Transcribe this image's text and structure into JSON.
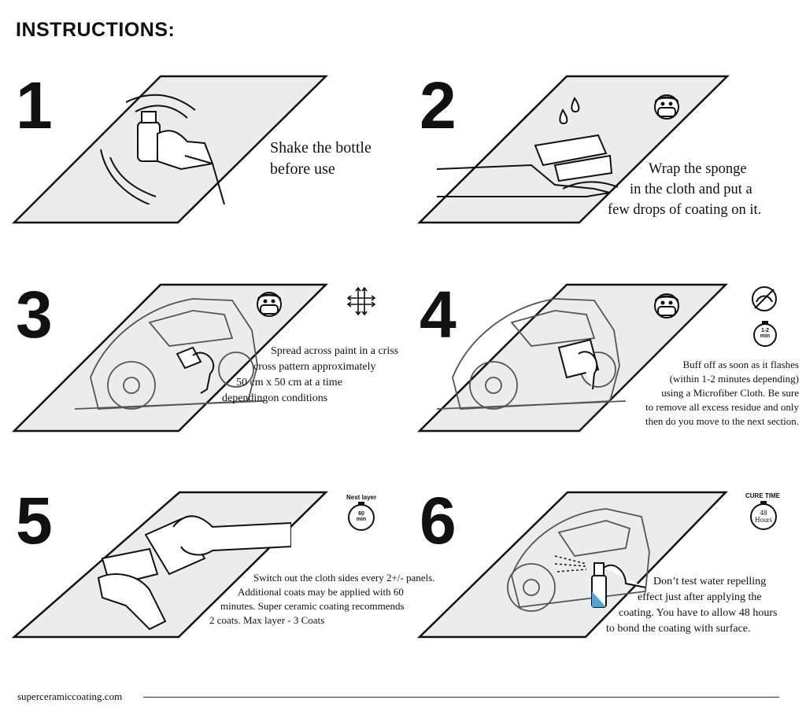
{
  "header": {
    "title": "INSTRUCTIONS:"
  },
  "steps": [
    {
      "number": "1",
      "lines": [
        "Shake the bottle",
        "before use"
      ]
    },
    {
      "number": "2",
      "lines": [
        "Wrap the sponge",
        "in the cloth and put a",
        "few drops of coating on it."
      ]
    },
    {
      "number": "3",
      "lines": [
        "Spread across paint in a criss",
        "cross pattern approximately",
        "50 cm x 50 cm at a time",
        "dependingon conditions"
      ]
    },
    {
      "number": "4",
      "lines": [
        "Buff off as soon as it flashes",
        "(within 1-2 minutes depending)",
        "using a Microfiber Cloth. Be sure",
        "to remove all excess residue and only",
        "then do you move to the next section."
      ]
    },
    {
      "number": "5",
      "lines": [
        "Switch out the cloth sides every 2+/- panels.",
        "Additional coats may be applied with 60",
        "minutes. Super ceramic coating recommends",
        "2 coats. Max layer - 3 Coats"
      ]
    },
    {
      "number": "6",
      "lines": [
        "Don’t test water repelling",
        "effect just after applying the",
        "coating. You have to allow  48  hours",
        "to bond the coating with surface."
      ]
    }
  ],
  "badges": {
    "timer_1_2": "1-2\nmin",
    "timer_1_2_top": "1-2",
    "timer_1_2_bottom": "min",
    "next_layer_caption": "Next layer",
    "next_layer_top": "60",
    "next_layer_bottom": "min",
    "cure_caption": "CURE TIME",
    "cure_top": "48",
    "cure_bottom": "Hours"
  },
  "footer": {
    "site": "superceramiccoating.com"
  },
  "icons": [
    "spray-bottle-hand-icon",
    "sponge-cloth-hand-icon",
    "mask-face-icon",
    "crisscross-arrows-icon",
    "car-wipe-icon",
    "no-sun-icon",
    "timer-icon",
    "sponge-hands-icon",
    "car-spray-icon"
  ]
}
